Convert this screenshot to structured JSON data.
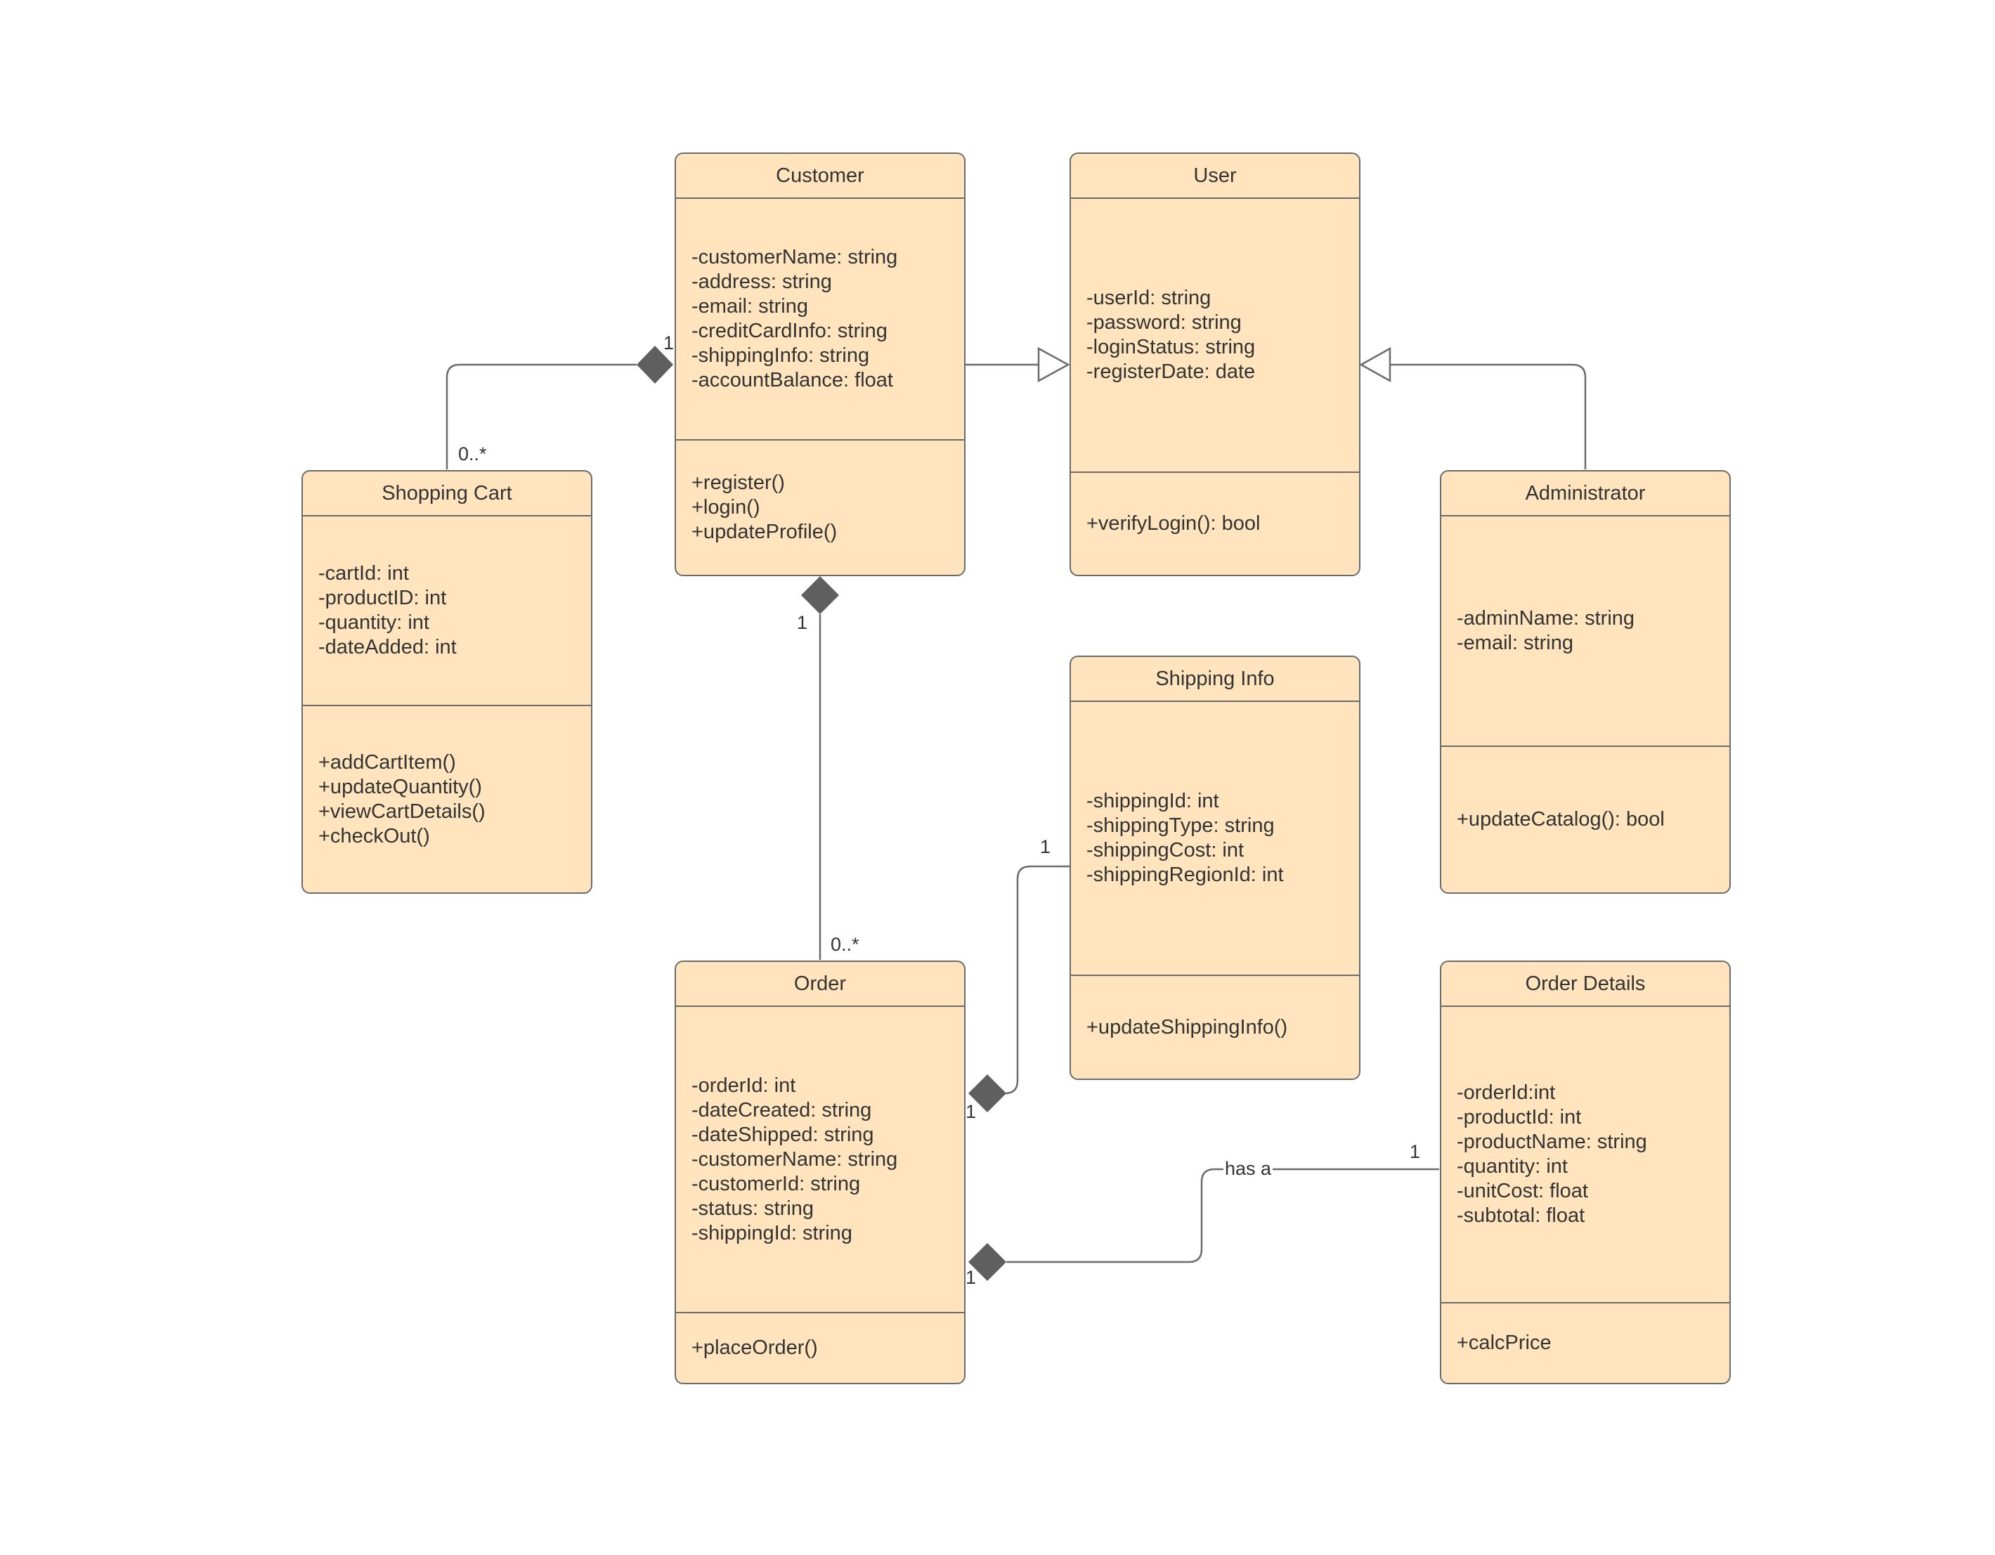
{
  "diagram": {
    "colors": {
      "box_fill": "#ffe4bd",
      "box_stroke": "#6b6b6b",
      "line": "#6b6b6b",
      "diamond": "#5f5f5f",
      "text": "#333333"
    },
    "classes": {
      "customer": {
        "name": "Customer",
        "attributes": [
          "-customerName: string",
          "-address: string",
          "-email: string",
          "-creditCardInfo: string",
          "-shippingInfo: string",
          "-accountBalance: float"
        ],
        "methods": [
          "+register()",
          "+login()",
          "+updateProfile()"
        ]
      },
      "user": {
        "name": "User",
        "attributes": [
          "-userId: string",
          "-password: string",
          "-loginStatus: string",
          "-registerDate: date"
        ],
        "methods": [
          "+verifyLogin(): bool"
        ]
      },
      "shopping_cart": {
        "name": "Shopping Cart",
        "attributes": [
          "-cartId: int",
          "-productID: int",
          "-quantity: int",
          "-dateAdded: int"
        ],
        "methods": [
          "+addCartItem()",
          "+updateQuantity()",
          "+viewCartDetails()",
          "+checkOut()"
        ]
      },
      "administrator": {
        "name": "Administrator",
        "attributes": [
          "-adminName: string",
          "-email: string"
        ],
        "methods": [
          "+updateCatalog(): bool"
        ]
      },
      "shipping_info": {
        "name": "Shipping Info",
        "attributes": [
          "-shippingId: int",
          "-shippingType: string",
          "-shippingCost: int",
          "-shippingRegionId: int"
        ],
        "methods": [
          "+updateShippingInfo()"
        ]
      },
      "order": {
        "name": "Order",
        "attributes": [
          "-orderId: int",
          "-dateCreated: string",
          "-dateShipped: string",
          "-customerName: string",
          "-customerId: string",
          "-status: string",
          "-shippingId: string"
        ],
        "methods": [
          "+placeOrder()"
        ]
      },
      "order_details": {
        "name": "Order Details",
        "attributes": [
          "-orderId:int",
          "-productId: int",
          "-productName: string",
          "-quantity: int",
          "-unitCost: float",
          "-subtotal: float"
        ],
        "methods": [
          "+calcPrice"
        ]
      }
    },
    "relationships": {
      "customer_cart": {
        "type": "composition",
        "whole": "Customer",
        "part": "Shopping Cart",
        "whole_multiplicity": "1",
        "part_multiplicity": "0..*"
      },
      "customer_order": {
        "type": "composition",
        "whole": "Customer",
        "part": "Order",
        "whole_multiplicity": "1",
        "part_multiplicity": "0..*"
      },
      "customer_user": {
        "type": "generalization",
        "child": "Customer",
        "parent": "User"
      },
      "admin_user": {
        "type": "generalization",
        "child": "Administrator",
        "parent": "User"
      },
      "order_shipping": {
        "type": "composition",
        "whole": "Order",
        "part": "Shipping Info",
        "whole_multiplicity": "1",
        "part_multiplicity": "1"
      },
      "order_details": {
        "type": "composition",
        "whole": "Order",
        "part": "Order Details",
        "whole_multiplicity": "1",
        "part_multiplicity": "1",
        "label": "has a"
      }
    }
  }
}
